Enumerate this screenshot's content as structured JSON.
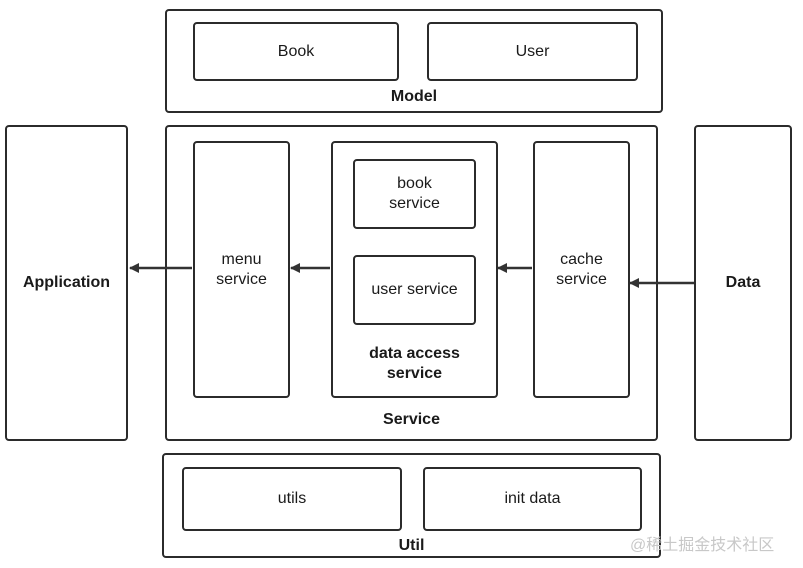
{
  "model": {
    "title": "Model",
    "items": [
      "Book",
      "User"
    ]
  },
  "service": {
    "title": "Service",
    "menu_service": "menu\nservice",
    "data_access": {
      "title": "data access\nservice",
      "items": [
        "book\nservice",
        "user service"
      ]
    },
    "cache_service": "cache\nservice"
  },
  "application": {
    "title": "Application"
  },
  "data": {
    "title": "Data"
  },
  "util": {
    "title": "Util",
    "items": [
      "utils",
      "init data"
    ]
  },
  "watermark": "@稀土掘金技术社区",
  "colors": {
    "border": "#2b2b2b",
    "arrow": "#333333",
    "watermark": "#c8c8c8"
  }
}
